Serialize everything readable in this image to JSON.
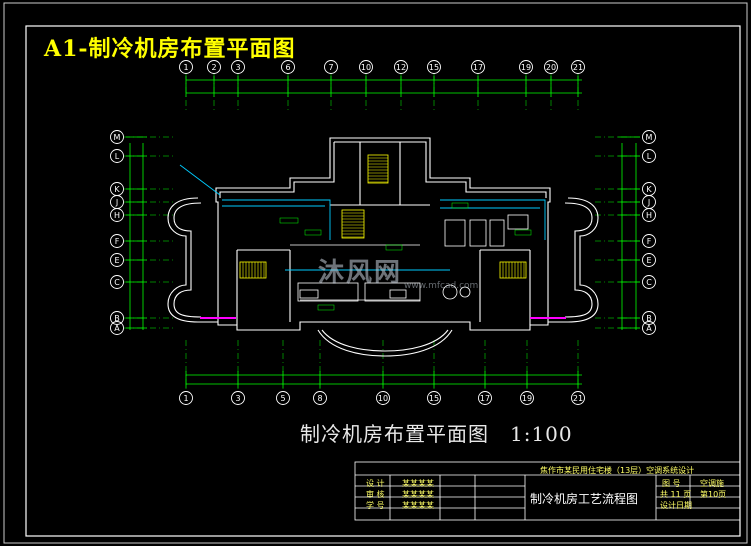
{
  "header_title": "A1-制冷机房布置平面图",
  "drawing_title": "制冷机房布置平面图　1:100",
  "top_axes": [
    "1",
    "2",
    "3",
    "6",
    "7",
    "10",
    "12",
    "15",
    "17",
    "19",
    "20",
    "21"
  ],
  "bottom_axes": [
    "1",
    "3",
    "5",
    "8",
    "10",
    "15",
    "17",
    "19",
    "21"
  ],
  "left_axes": [
    "M",
    "L",
    "K",
    "J",
    "H",
    "F",
    "E",
    "C",
    "B",
    "A"
  ],
  "right_axes": [
    "M",
    "L",
    "K",
    "J",
    "H",
    "F",
    "E",
    "C",
    "B",
    "A"
  ],
  "title_block": {
    "project": "焦作市某民用住宅楼（13层）空调系统设计",
    "sheet_name": "制冷机房工艺流程图",
    "roles": [
      {
        "label": "设 计",
        "value": "某某某某"
      },
      {
        "label": "审 核",
        "value": "某某某某"
      },
      {
        "label": "学 号",
        "value": "某某某某"
      }
    ],
    "fields": [
      {
        "label": "图 号",
        "value": "空调施"
      },
      {
        "label": "共 11 页",
        "value": "第10页"
      },
      {
        "label": "设计日期",
        "value": ""
      }
    ]
  },
  "watermark": {
    "text": "沐风网",
    "sub": "www.mfcad.com"
  },
  "colors": {
    "axis": "#00ff00",
    "wall": "#ffffff",
    "equipment": "#ffffff",
    "pipe": "#00ffff",
    "stair": "#ffff00",
    "door": "#ff00ff"
  }
}
